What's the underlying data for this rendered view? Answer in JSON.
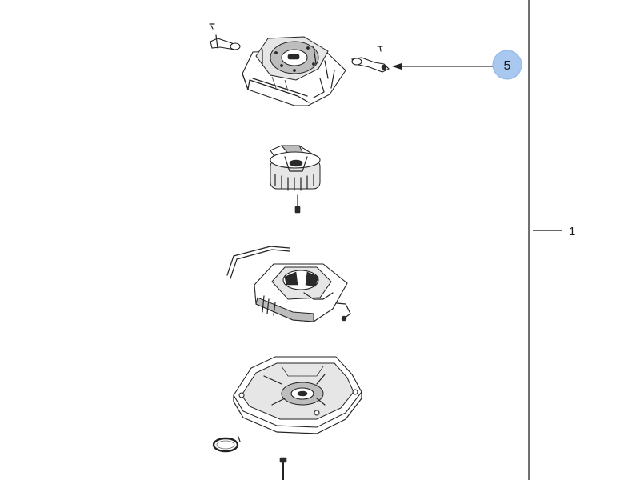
{
  "callouts": [
    {
      "id": "5",
      "label": "5"
    }
  ],
  "labels": [
    {
      "id": "1",
      "label": "1"
    }
  ],
  "parts": [
    {
      "name": "upper-frame-assembly"
    },
    {
      "name": "reel-motor"
    },
    {
      "name": "motor-base-assembly"
    },
    {
      "name": "bottom-housing"
    },
    {
      "name": "ring-clip"
    },
    {
      "name": "screw"
    }
  ],
  "colors": {
    "callout_fill": "#a8c8f0",
    "ink": "#222222",
    "background": "#ffffff"
  }
}
